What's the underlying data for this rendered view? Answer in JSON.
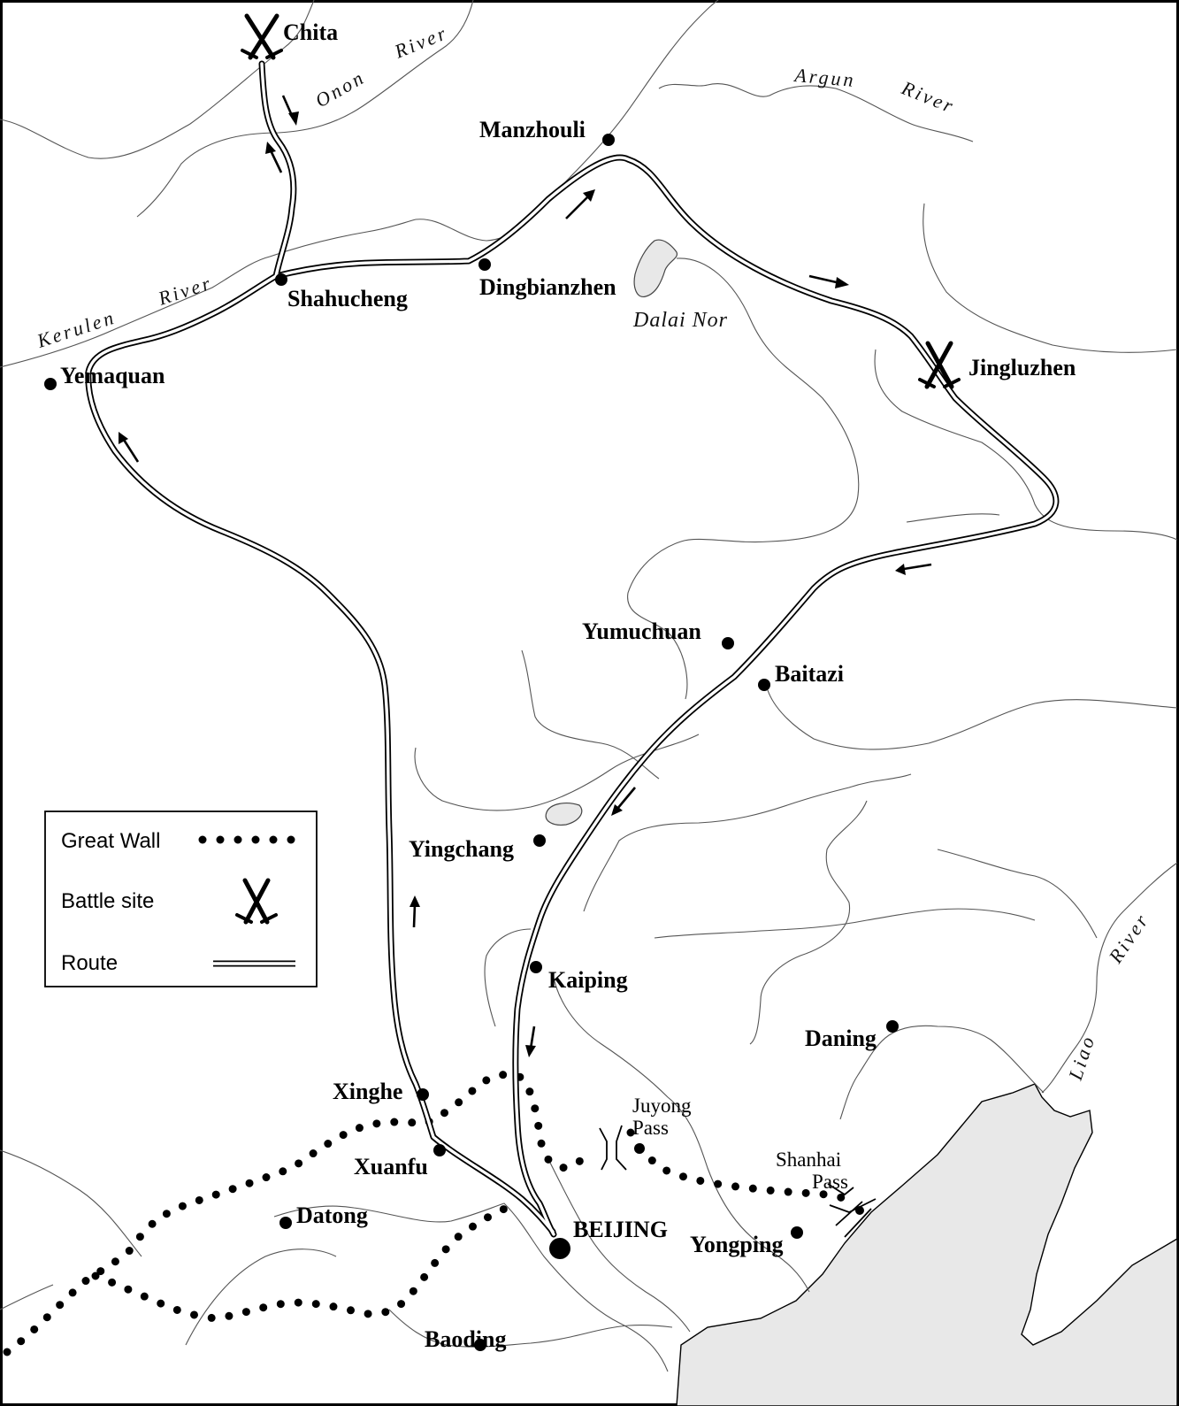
{
  "cities": {
    "chita": "Chita",
    "manzhouli": "Manzhouli",
    "shahucheng": "Shahucheng",
    "dingbianzhen": "Dingbianzhen",
    "jingluzhen": "Jingluzhen",
    "yemaquan": "Yemaquan",
    "yumuchuan": "Yumuchuan",
    "baitazi": "Baitazi",
    "yingchang": "Yingchang",
    "kaiping": "Kaiping",
    "daning": "Daning",
    "xinghe": "Xinghe",
    "xuanfu": "Xuanfu",
    "datong": "Datong",
    "beijing": "BEIJING",
    "yongping": "Yongping",
    "baoding": "Baoding"
  },
  "passes": {
    "juyong": [
      "Juyong",
      "Pass"
    ],
    "shanhai": [
      "Shanhai",
      "Pass"
    ]
  },
  "rivers": {
    "onon": [
      "Onon",
      "River"
    ],
    "argun": [
      "Argun",
      "River"
    ],
    "kerulen": [
      "Kerulen",
      "River"
    ],
    "liao": [
      "Liao",
      "River"
    ]
  },
  "lakes": {
    "dalai_nor": "Dalai Nor"
  },
  "legend": {
    "great_wall": "Great Wall",
    "battle_site": "Battle site",
    "route": "Route"
  },
  "colors": {
    "sea": "#e8e8e8",
    "ink": "#000000",
    "river_line": "#555555"
  },
  "icons": {
    "battle_site": "crossed-swords-icon",
    "city": "dot-marker-icon"
  }
}
